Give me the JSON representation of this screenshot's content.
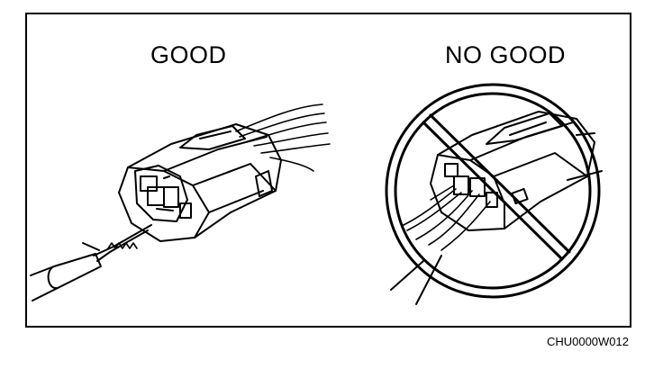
{
  "panels": {
    "good": {
      "label": "GOOD"
    },
    "no_good": {
      "label": "NO GOOD"
    }
  },
  "figure_code": "CHU0000W012",
  "colors": {
    "ink": "#000000",
    "background": "#ffffff"
  }
}
